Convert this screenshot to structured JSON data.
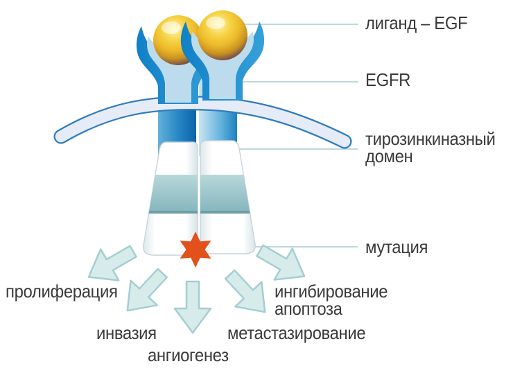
{
  "diagram": {
    "callouts": {
      "ligand": "лиганд – EGF",
      "egfr": "EGFR",
      "tk_domain_line1": "тирозинкиназный",
      "tk_domain_line2": "домен",
      "mutation": "мутация"
    },
    "outcomes": {
      "proliferation": "пролиферация",
      "invasion": "инвазия",
      "angiogenesis": "ангиогенез",
      "metastasis": "метастазирование",
      "apoptosis_inhibition_line1": "ингибирование",
      "apoptosis_inhibition_line2": "апоптоза"
    },
    "colors": {
      "mutation_star": "#e2511c",
      "receptor_blue": "#1e8fd0",
      "membrane_outline": "#2f7cbe",
      "membrane_fill": "#e6ecf7",
      "arrow_fill": "#d7ebeb",
      "arrow_stroke": "#a3ced2",
      "callout_line": "#a5cbd0",
      "kinase_band": "#8fc0c6",
      "ligand_gold": "#f0c42e",
      "text": "#3a3a3a"
    }
  }
}
